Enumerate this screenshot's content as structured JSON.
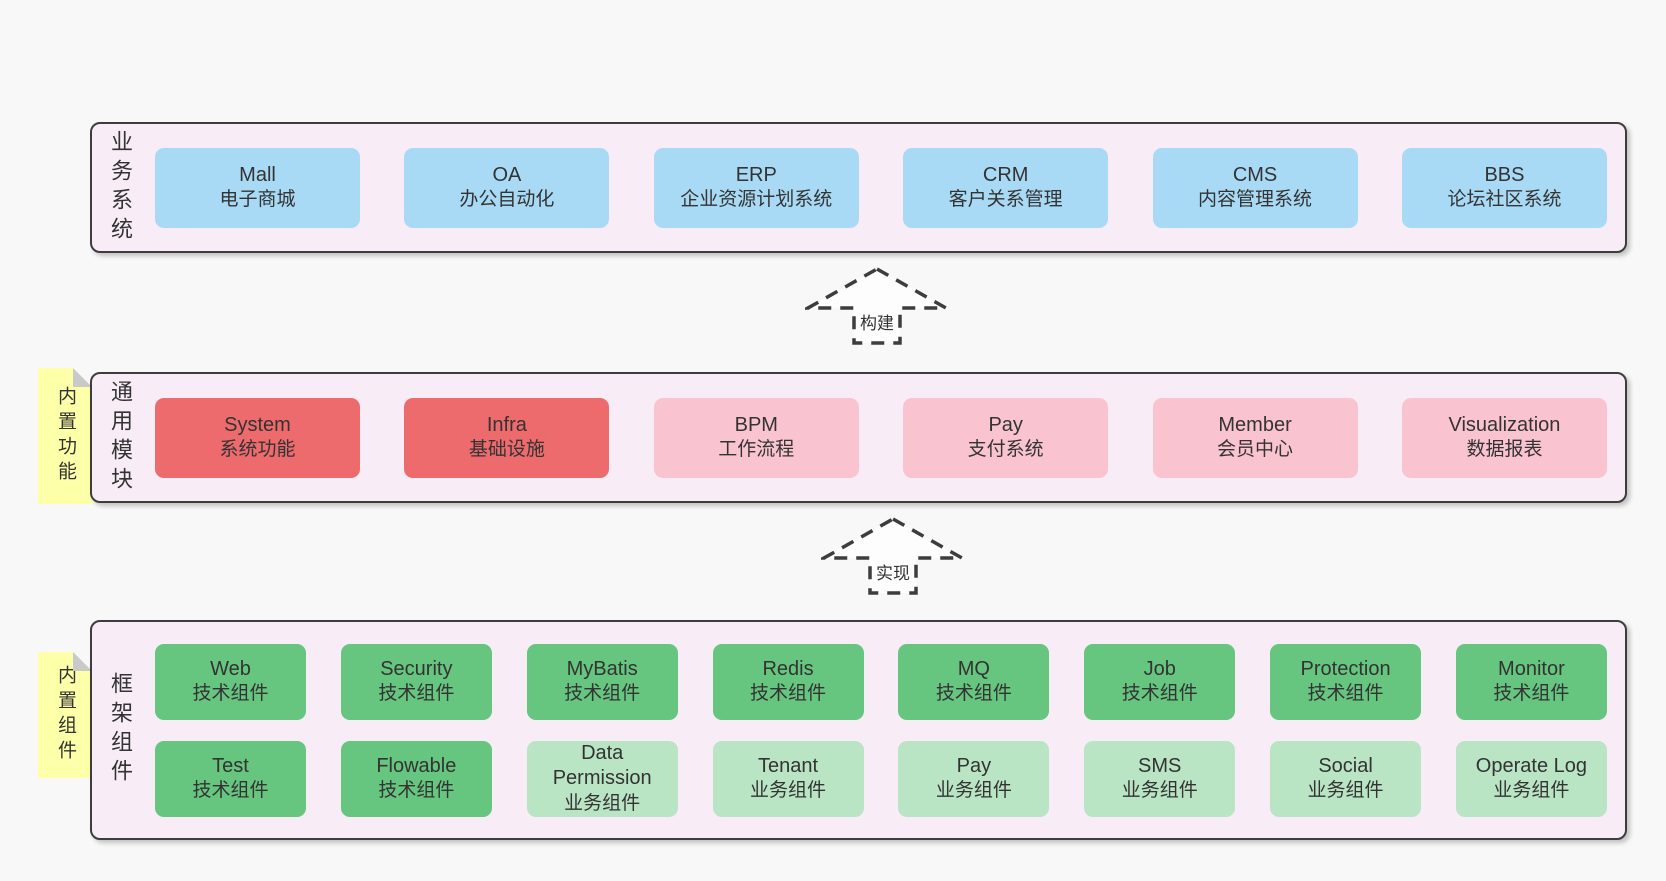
{
  "colors": {
    "page_bg": "#f8f8f8",
    "container_bg": "#f8edf7",
    "container_border": "#3d3d3d",
    "business_box": "#a9daf5",
    "core_module_box": "#ed6a6d",
    "module_box": "#f9c4cf",
    "tech_component_box": "#66c57e",
    "biz_component_box": "#bae5c5",
    "sticky_note": "#feffa9",
    "text": "#333333"
  },
  "layers": [
    {
      "id": "business",
      "label": "业务系统",
      "boxes": [
        {
          "name": "Mall",
          "desc": "电子商城",
          "variant": "blue"
        },
        {
          "name": "OA",
          "desc": "办公自动化",
          "variant": "blue"
        },
        {
          "name": "ERP",
          "desc": "企业资源计划系统",
          "variant": "blue"
        },
        {
          "name": "CRM",
          "desc": "客户关系管理",
          "variant": "blue"
        },
        {
          "name": "CMS",
          "desc": "内容管理系统",
          "variant": "blue"
        },
        {
          "name": "BBS",
          "desc": "论坛社区系统",
          "variant": "blue"
        }
      ]
    },
    {
      "id": "modules",
      "label": "通用模块",
      "sticky": "内置功能",
      "boxes": [
        {
          "name": "System",
          "desc": "系统功能",
          "variant": "red"
        },
        {
          "name": "Infra",
          "desc": "基础设施",
          "variant": "red"
        },
        {
          "name": "BPM",
          "desc": "工作流程",
          "variant": "pink"
        },
        {
          "name": "Pay",
          "desc": "支付系统",
          "variant": "pink"
        },
        {
          "name": "Member",
          "desc": "会员中心",
          "variant": "pink"
        },
        {
          "name": "Visualization",
          "desc": "数据报表",
          "variant": "pink"
        }
      ]
    },
    {
      "id": "components",
      "label": "框架组件",
      "sticky": "内置组件",
      "rows": [
        [
          {
            "name": "Web",
            "desc": "技术组件",
            "variant": "green"
          },
          {
            "name": "Security",
            "desc": "技术组件",
            "variant": "green"
          },
          {
            "name": "MyBatis",
            "desc": "技术组件",
            "variant": "green"
          },
          {
            "name": "Redis",
            "desc": "技术组件",
            "variant": "green"
          },
          {
            "name": "MQ",
            "desc": "技术组件",
            "variant": "green"
          },
          {
            "name": "Job",
            "desc": "技术组件",
            "variant": "green"
          },
          {
            "name": "Protection",
            "desc": "技术组件",
            "variant": "green"
          },
          {
            "name": "Monitor",
            "desc": "技术组件",
            "variant": "green"
          }
        ],
        [
          {
            "name": "Test",
            "desc": "技术组件",
            "variant": "green"
          },
          {
            "name": "Flowable",
            "desc": "技术组件",
            "variant": "green"
          },
          {
            "name": "Data Permission",
            "desc": "业务组件",
            "variant": "lgreen"
          },
          {
            "name": "Tenant",
            "desc": "业务组件",
            "variant": "lgreen"
          },
          {
            "name": "Pay",
            "desc": "业务组件",
            "variant": "lgreen"
          },
          {
            "name": "SMS",
            "desc": "业务组件",
            "variant": "lgreen"
          },
          {
            "name": "Social",
            "desc": "业务组件",
            "variant": "lgreen"
          },
          {
            "name": "Operate Log",
            "desc": "业务组件",
            "variant": "lgreen"
          }
        ]
      ]
    }
  ],
  "arrows": [
    {
      "label": "构建"
    },
    {
      "label": "实现"
    }
  ]
}
